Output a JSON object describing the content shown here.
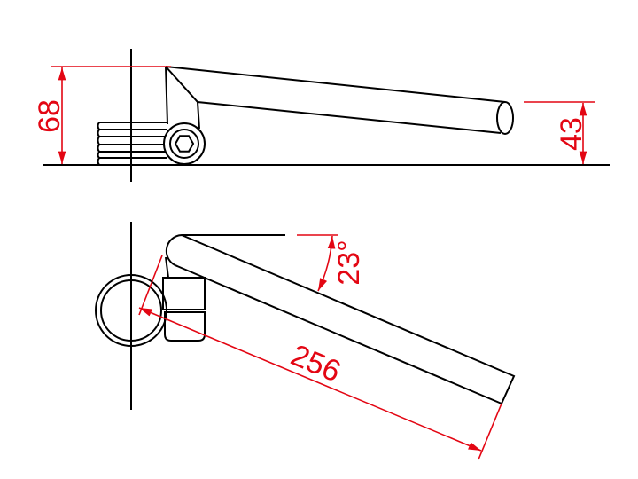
{
  "dimensions": {
    "lever_height": "68",
    "grip_height": "43",
    "angle": "23°",
    "length": "256"
  },
  "colors": {
    "dimension": "#e30613",
    "outline": "#000000"
  }
}
